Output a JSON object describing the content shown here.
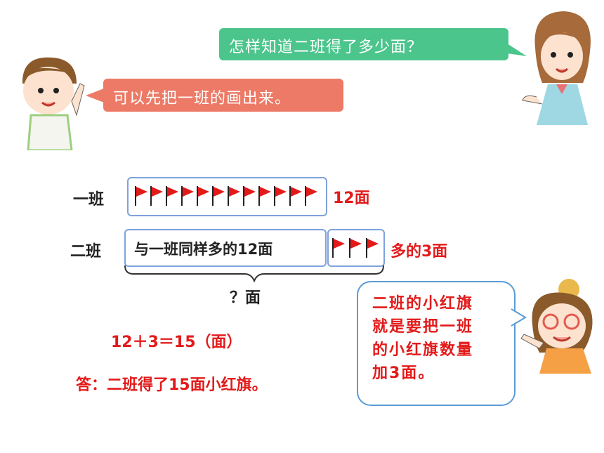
{
  "speech": {
    "teacher": "怎样知道二班得了多少面？",
    "boy": "可以先把一班的画出来。",
    "girl": [
      "二班的小红旗",
      "就是要把一班",
      "的小红旗数量",
      "加3面。"
    ]
  },
  "diagram": {
    "class1_label": "一班",
    "class1_flag_count": 12,
    "class1_total": "12面",
    "class2_label": "二班",
    "class2_same_text": "与一班同样多的12面",
    "class2_extra_flag_count": 3,
    "class2_extra": "多的3面",
    "unknown_total": "？面"
  },
  "solution": {
    "equation": "12＋3＝15（面）",
    "answer": "答：二班得了15面小红旗。"
  },
  "colors": {
    "flag": "#e31a1a",
    "box": "#7ea2dc",
    "teacher_bubble": "#4cc58c",
    "boy_bubble": "#ec7a66"
  }
}
